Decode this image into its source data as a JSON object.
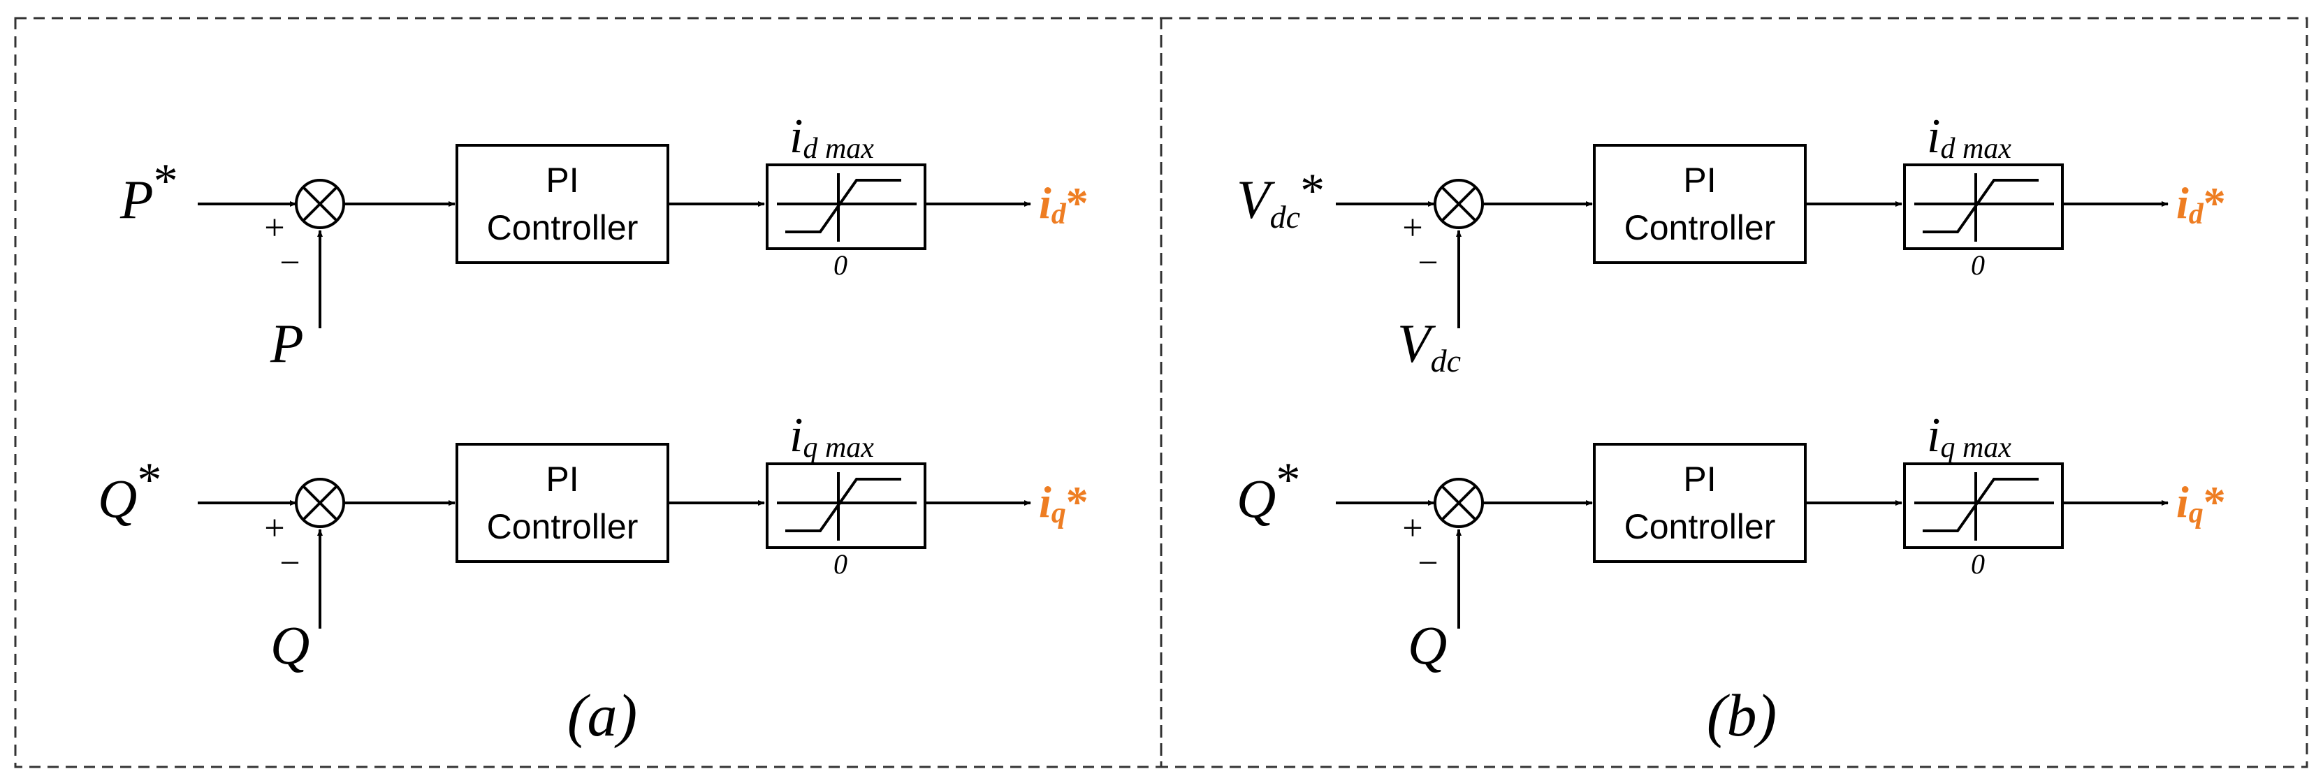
{
  "colors": {
    "output": "#ee7d22",
    "line": "#000000",
    "frame": "#333333"
  },
  "panels": [
    {
      "caption": "(a)",
      "loops": [
        {
          "ref_main": "P",
          "ref_sub": "",
          "ref_star": "*",
          "plus": "+",
          "minus": "−",
          "fb_main": "P",
          "fb_sub": "",
          "ctrl_line1": "PI",
          "ctrl_line2": "Controller",
          "lim_main": "i",
          "lim_sub": "d max",
          "lim_zero": "0",
          "out_main": "i",
          "out_sub": "d",
          "out_star": "*"
        },
        {
          "ref_main": "Q",
          "ref_sub": "",
          "ref_star": "*",
          "plus": "+",
          "minus": "−",
          "fb_main": "Q",
          "fb_sub": "",
          "ctrl_line1": "PI",
          "ctrl_line2": "Controller",
          "lim_main": "i",
          "lim_sub": "q max",
          "lim_zero": "0",
          "out_main": "i",
          "out_sub": "q",
          "out_star": "*"
        }
      ]
    },
    {
      "caption": "(b)",
      "loops": [
        {
          "ref_main": "V",
          "ref_sub": "dc",
          "ref_star": "*",
          "plus": "+",
          "minus": "−",
          "fb_main": "V",
          "fb_sub": "dc",
          "ctrl_line1": "PI",
          "ctrl_line2": "Controller",
          "lim_main": "i",
          "lim_sub": "d max",
          "lim_zero": "0",
          "out_main": "i",
          "out_sub": "d",
          "out_star": "*"
        },
        {
          "ref_main": "Q",
          "ref_sub": "",
          "ref_star": "*",
          "plus": "+",
          "minus": "−",
          "fb_main": "Q",
          "fb_sub": "",
          "ctrl_line1": "PI",
          "ctrl_line2": "Controller",
          "lim_main": "i",
          "lim_sub": "q max",
          "lim_zero": "0",
          "out_main": "i",
          "out_sub": "q",
          "out_star": "*"
        }
      ]
    }
  ]
}
